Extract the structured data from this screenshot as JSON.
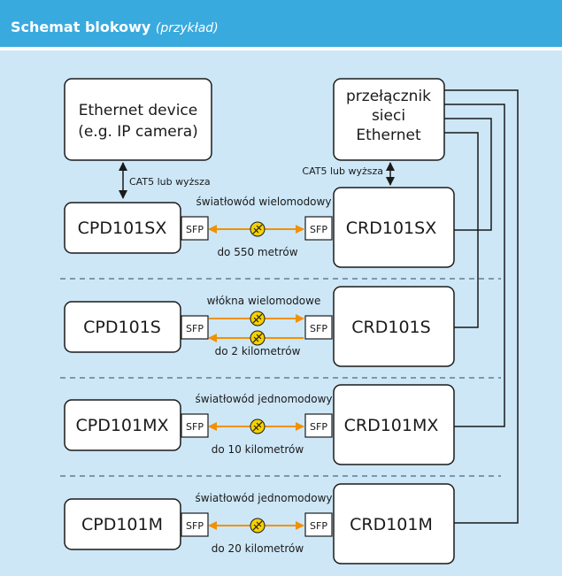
{
  "header": {
    "title": "Schemat blokowy",
    "subtitle": "(przykład)"
  },
  "colors": {
    "header_bg": "#39aade",
    "background": "#cde7f7",
    "link": "#f29100",
    "box_border": "#1a1a1a"
  },
  "top": {
    "ethernet_device": [
      "Ethernet device",
      "(e.g. IP camera)"
    ],
    "switch": [
      "przełącznik",
      "sieci",
      "Ethernet"
    ],
    "cable_left": "CAT5 lub wyższa",
    "cable_right": "CAT5 lub wyższa"
  },
  "sfp_label": "SFP",
  "connector_icon": "fiber-connector-icon",
  "rows": [
    {
      "left": "CPD101SX",
      "right": "CRD101SX",
      "fiber": "światłowód wielomodowy",
      "distance": "do 550 metrów",
      "duplex": false
    },
    {
      "left": "CPD101S",
      "right": "CRD101S",
      "fiber": "włókna wielomodowe",
      "distance": "do 2 kilometrów",
      "duplex": true
    },
    {
      "left": "CPD101MX",
      "right": "CRD101MX",
      "fiber": "światłowód jednomodowy",
      "distance": "do 10 kilometrów",
      "duplex": false
    },
    {
      "left": "CPD101M",
      "right": "CRD101M",
      "fiber": "światłowód jednomodowy",
      "distance": "do 20 kilometrów",
      "duplex": false
    }
  ]
}
